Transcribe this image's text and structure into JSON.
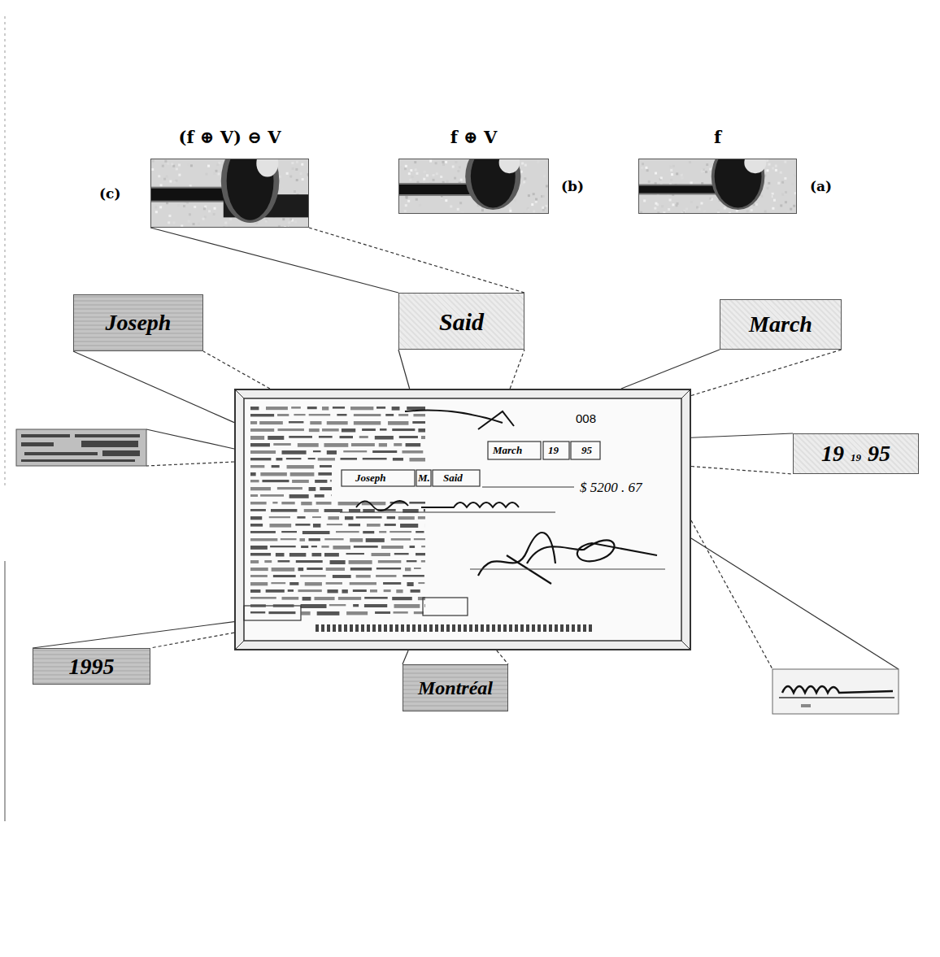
{
  "diagram": {
    "nodes": [
      {
        "text": [
          "(f ⊕ V) ⊖ V",
          "(c)"
        ]
      },
      {
        "text": [
          "f ⊕ V",
          "(b)"
        ]
      },
      {
        "text": [
          "f",
          "(a)"
        ]
      },
      {
        "text": [
          "Joseph"
        ]
      },
      {
        "text": [
          "Said"
        ]
      },
      {
        "text": [
          "March"
        ]
      },
      {
        "text": [
          "008",
          "$ 5200 . 67"
        ]
      },
      {
        "text": [
          "19",
          "19",
          "95"
        ]
      },
      {
        "text": [
          "1995"
        ]
      },
      {
        "text": [
          "Montréal"
        ]
      }
    ],
    "edges": [
      {
        "from": 6,
        "to": 3,
        "arrow": "none"
      },
      {
        "from": 6,
        "to": 4,
        "arrow": "none"
      },
      {
        "from": 6,
        "to": 5,
        "arrow": "none"
      },
      {
        "from": 6,
        "to": 7,
        "arrow": "none"
      },
      {
        "from": 6,
        "to": 8,
        "arrow": "none"
      },
      {
        "from": 6,
        "to": 9,
        "arrow": "none"
      },
      {
        "from": 4,
        "to": 0,
        "arrow": "none"
      }
    ],
    "labels": [
      "Joseph",
      "M.",
      "Said",
      "March",
      "19",
      "95"
    ]
  }
}
